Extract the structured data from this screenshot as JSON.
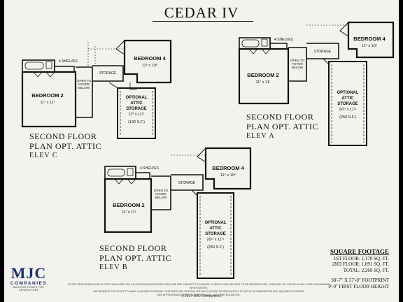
{
  "title": "CEDAR IV",
  "plans": [
    {
      "caption": [
        "SECOND FLOOR",
        "PLAN OPT. ATTIC",
        "ELEV C"
      ],
      "bedroom2": {
        "name": "BEDROOM 2",
        "dims": "11⁷ x 11¹"
      },
      "bedroom4": {
        "name": "BEDROOM 4",
        "dims": "11⁶ x 10⁶"
      },
      "shelves": "4 SHELVES",
      "storage": "STORAGE",
      "open_to_foyer": [
        "OPEN TO",
        "FOYER",
        "BELOW"
      ],
      "attic": [
        "OPTIONAL",
        "ATTIC",
        "STORAGE",
        "11⁰ x 11¹¹",
        "(130 S.F.)"
      ]
    },
    {
      "caption": [
        "SECOND FLOOR",
        "PLAN OPT. ATTIC",
        "ELEV A"
      ],
      "bedroom2": {
        "name": "BEDROOM 2",
        "dims": "11⁷ x 11¹"
      },
      "bedroom4": {
        "name": "BEDROOM 4",
        "dims": "11⁶ x 10⁶"
      },
      "shelves": "4 SHELVES",
      "storage": "STORAGE",
      "open_to_foyer": [
        "OPEN TO",
        "FOYER",
        "BELOW"
      ],
      "attic": [
        "OPTIONAL",
        "ATTIC",
        "STORAGE",
        "20¹¹ x 11¹¹",
        "(250 S.F.)"
      ]
    },
    {
      "caption": [
        "SECOND FLOOR",
        "PLAN OPT. ATTIC",
        "ELEV B"
      ],
      "bedroom2": {
        "name": "BEDROOM 2",
        "dims": "11⁷ x 11¹"
      },
      "bedroom4": {
        "name": "BEDROOM 4",
        "dims": "11⁶ x 10⁶"
      },
      "shelves": "4 SHELVES",
      "storage": "STORAGE",
      "open_to_foyer": [
        "OPEN TO",
        "FOYER",
        "BELOW"
      ],
      "attic": [
        "OPTIONAL",
        "ATTIC",
        "STORAGE",
        "20¹¹ x 11¹¹",
        "(250 S.F.)"
      ]
    }
  ],
  "square_footage": {
    "heading": "SQUARE FOOTAGE",
    "first_floor": "1ST FLOOR: 1,178 SQ. FT.",
    "second_floor": "2ND FLOOR: 1,091 SQ. FT.",
    "total": "TOTAL: 2,269 SQ. FT.",
    "footprint": "38'-7\" X 57'-0\" FOOTPRINT",
    "ceiling": "9'-0\" FIRST FLOOR HEIGHT"
  },
  "logo": {
    "mark": "MJC",
    "name": "COMPANIES",
    "tagline": "BUILDING HOMES FOR GENERATIONS"
  },
  "disclaimer": [
    "ARTIST RENDERINGS AND FLOOR PLANS ARE FOR ILLUSTRATION PURPOSES ONLY AND ARE SUBJECT TO CHANGE. THESE PLANS ARE NOT TO BE REPRODUCED, CHANGED, OR COPIED IN ANY FORM OR MANNER WHATSOEVER.",
    "WE RESERVE THE RIGHT TO MAKE CHANGES IN DESIGN, FEATURES AND OPTIONS WITHOUT NOTICE OR OBLIGATION. FLOOR PLAN DIMENSIONS AND SQUARE FOOTAGES",
    "ARE APPROXIMATE. NOTE: ELEVATIONS MAY VARY PER ELEVATION."
  ],
  "copyright": "© 2017 MJC Companies®",
  "colors": {
    "background": "#f3f2ef",
    "linework": "#111111",
    "logo": "#1c2f6d"
  }
}
